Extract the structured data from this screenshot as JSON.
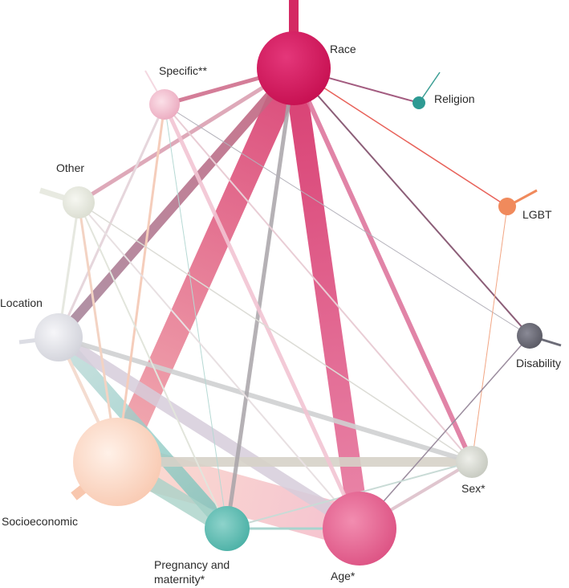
{
  "nodes": [
    {
      "id": "race",
      "label": "Race",
      "color": "#d6135a"
    },
    {
      "id": "religion",
      "label": "Religion",
      "color": "#2e9a93"
    },
    {
      "id": "specific",
      "label": "Specific**",
      "color": "#f0b6c8"
    },
    {
      "id": "other",
      "label": "Other",
      "color": "#e4e6dc"
    },
    {
      "id": "lgbt",
      "label": "LGBT",
      "color": "#f08a5c"
    },
    {
      "id": "location",
      "label": "Location",
      "color": "#dcdde4"
    },
    {
      "id": "disability",
      "label": "Disability",
      "color": "#6c6c78"
    },
    {
      "id": "socioeconomic",
      "label": "Socioeconomic",
      "color": "#fbd8c2"
    },
    {
      "id": "sex",
      "label": "Sex*",
      "color": "#d8dad2"
    },
    {
      "id": "pregnancy",
      "label": "Pregnancy and\nmaternity*",
      "color": "#5cbdb3"
    },
    {
      "id": "age",
      "label": "Age*",
      "color": "#e06a92"
    }
  ]
}
